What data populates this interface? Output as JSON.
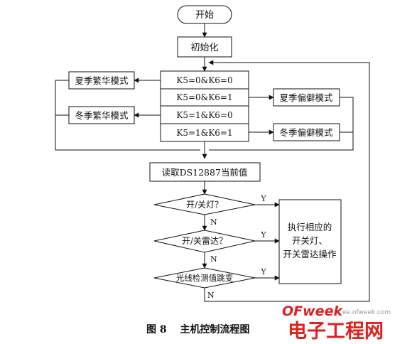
{
  "start": "开始",
  "init": "初始化",
  "mode_left": [
    "夏季繁华模式",
    "冬季繁华模式"
  ],
  "conditions": [
    "K5=0&K6=0",
    "K5=0&K6=1",
    "K5=1&K6=0",
    "K5=1&K6=1"
  ],
  "mode_right": [
    "夏季偏僻模式",
    "冬季偏僻模式"
  ],
  "read": "读取DS12887当前值",
  "decisions": [
    "开/关灯？",
    "开/关雷达？",
    "光线检测值跳变"
  ],
  "yes": "Y",
  "no": "N",
  "action_lines": [
    "执行相应的",
    "开关灯、",
    "开关雷达操作"
  ],
  "caption": "图 8　 主机控制流程图",
  "watermark": {
    "logo": "OFweek",
    "site": "ee.ofweek.com",
    "name": "电子工程网",
    "color": "#e02020"
  }
}
